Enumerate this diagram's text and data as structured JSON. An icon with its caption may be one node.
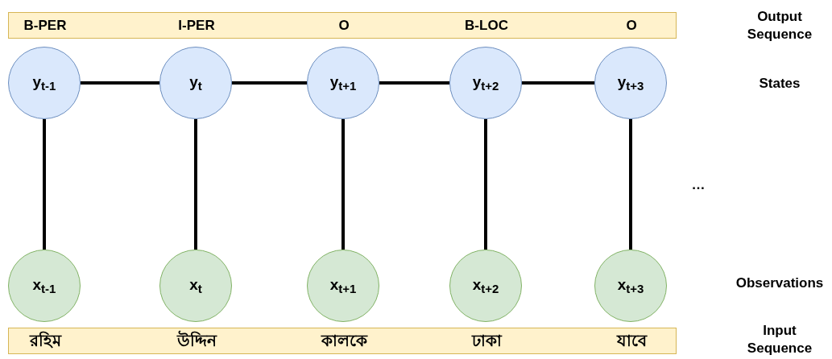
{
  "diagram": {
    "nodes": [
      {
        "text": [
          "B-PER",
          "I-PER",
          "O",
          "B-LOC",
          "O"
        ]
      },
      {
        "text": [
          "y$_{t-1}$"
        ]
      },
      {
        "text": [
          "y$_{t}$"
        ]
      },
      {
        "text": [
          "y$_{t+1}$"
        ]
      },
      {
        "text": [
          "y$_{t+2}$"
        ]
      },
      {
        "text": [
          "y$_{t+3}$"
        ]
      },
      {
        "text": [
          "x$_{t-1}$"
        ]
      },
      {
        "text": [
          "x$_{t}$"
        ]
      },
      {
        "text": [
          "x$_{t+1}$"
        ]
      },
      {
        "text": [
          "x$_{t+2}$"
        ]
      },
      {
        "text": [
          "x$_{t+3}$"
        ]
      },
      {
        "text": [
          "রহিম",
          "উদ্দিন",
          "কালকে",
          "ঢাকা",
          "যাবে"
        ]
      }
    ],
    "edges": [
      {
        "from": 1,
        "to": 2,
        "arrow": "none"
      },
      {
        "from": 2,
        "to": 3,
        "arrow": "none"
      },
      {
        "from": 3,
        "to": 4,
        "arrow": "none"
      },
      {
        "from": 4,
        "to": 5,
        "arrow": "none"
      },
      {
        "from": 1,
        "to": 6,
        "arrow": "none"
      },
      {
        "from": 2,
        "to": 7,
        "arrow": "none"
      },
      {
        "from": 3,
        "to": 8,
        "arrow": "none"
      },
      {
        "from": 4,
        "to": 9,
        "arrow": "none"
      },
      {
        "from": 5,
        "to": 10,
        "arrow": "none"
      }
    ],
    "labels": [
      "Output Sequence",
      "States",
      "…",
      "Observations",
      "Input Sequence"
    ]
  }
}
